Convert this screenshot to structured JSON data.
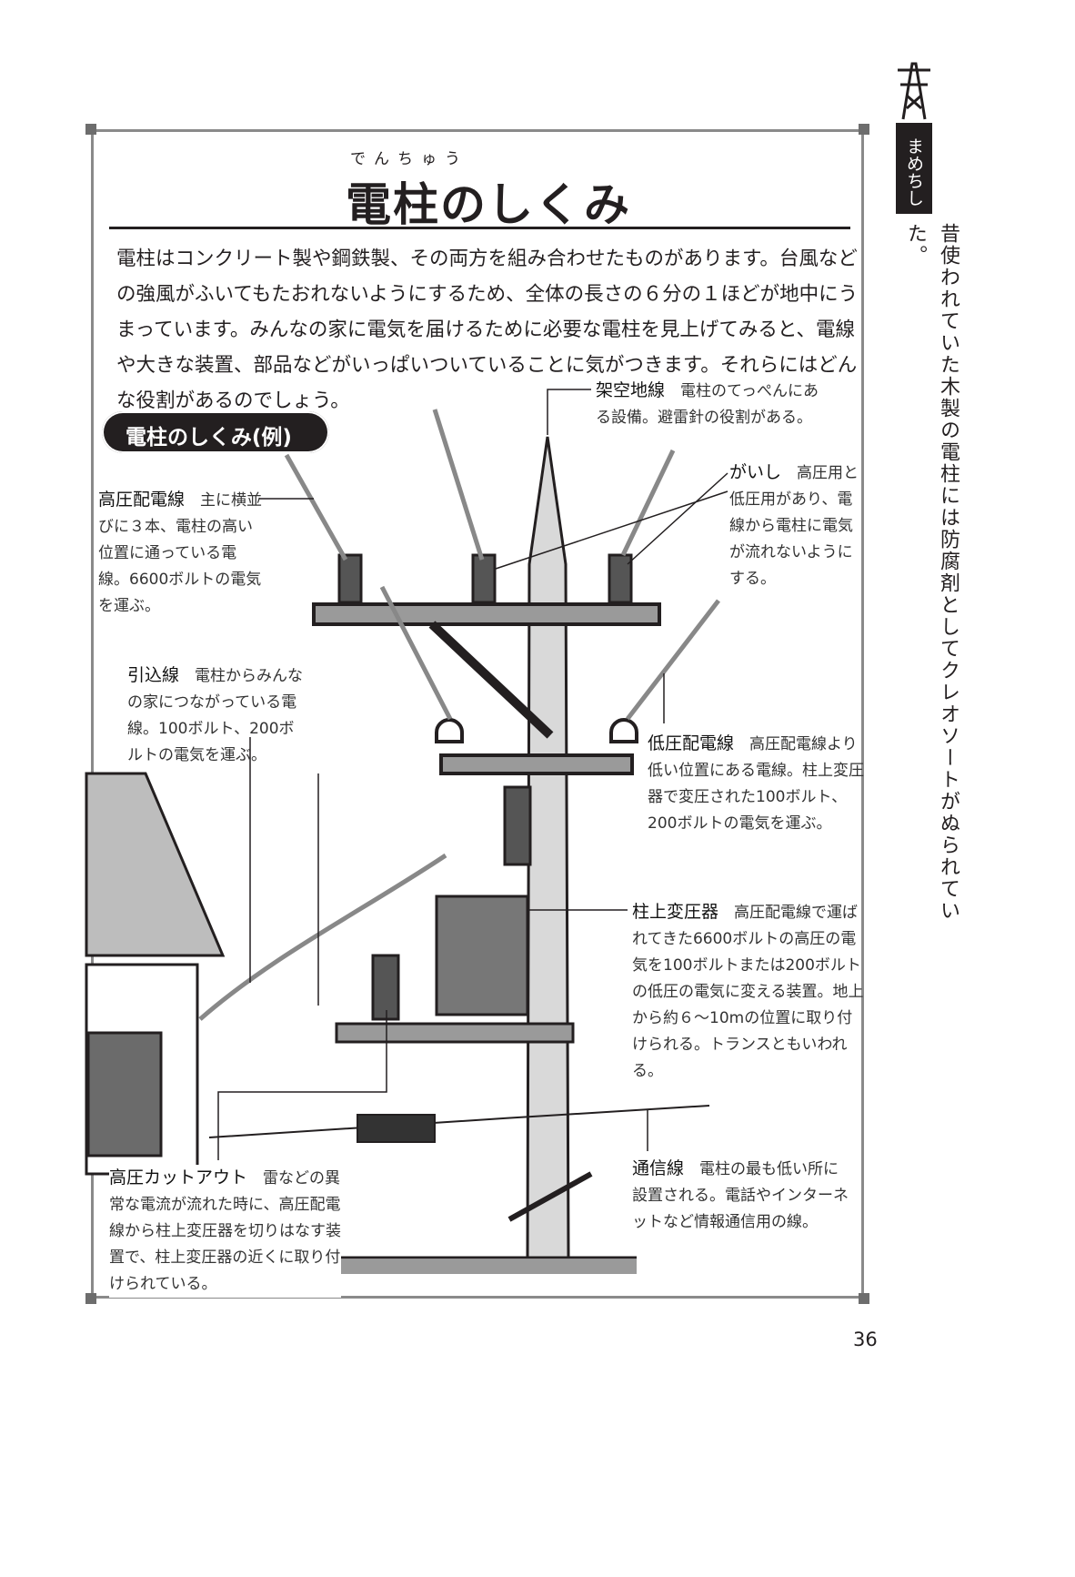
{
  "title": "電柱のしくみ",
  "title_ruby": "でんちゅう",
  "intro": "電柱はコンクリート製や鋼鉄製、その両方を組み合わせたものがあります。台風などの強風がふいてもたおれないようにするため、全体の長さの６分の１ほどが地中にうまっています。みんなの家に電気を届けるために必要な電柱を見上げてみると、電線や大きな装置、部品などがいっぱいついていることに気がつきます。それらにはどんな役割があるのでしょう。",
  "diagram_title": "電柱のしくみ(例)",
  "labels": [
    {
      "term": "架空地線",
      "text": "電柱のてっぺんにある設備。避雷針の役割がある。"
    },
    {
      "term": "高圧配電線",
      "text": "主に横並びに３本、電柱の高い位置に通っている電線。6600ボルトの電気を運ぶ。"
    },
    {
      "term": "がいし",
      "text": "高圧用と低圧用があり、電線から電柱に電気が流れないようにする。"
    },
    {
      "term": "引込線",
      "text": "電柱からみんなの家につながっている電線。100ボルト、200ボルトの電気を運ぶ。"
    },
    {
      "term": "低圧配電線",
      "text": "高圧配電線より低い位置にある電線。柱上変圧器で変圧された100ボルト、200ボルトの電気を運ぶ。"
    },
    {
      "term": "柱上変圧器",
      "text": "高圧配電線で運ばれてきた6600ボルトの高圧の電気を100ボルトまたは200ボルトの低圧の電気に変える装置。地上から約６〜10mの位置に取り付けられる。トランスともいわれる。"
    },
    {
      "term": "通信線",
      "text": "電柱の最も低い所に設置される。電話やインターネットなど情報通信用の線。"
    },
    {
      "term": "高圧カットアウト",
      "text": "雷などの異常な電流が流れた時に、高圧配電線から柱上変圧器を切りはなす装置で、柱上変圧器の近くに取り付けられている。"
    }
  ],
  "sidebar": {
    "tab": "まめちしき",
    "text": "昔使われていた木製の電柱には防腐剤としてクレオソートがぬられていた。"
  },
  "page_number": "36"
}
